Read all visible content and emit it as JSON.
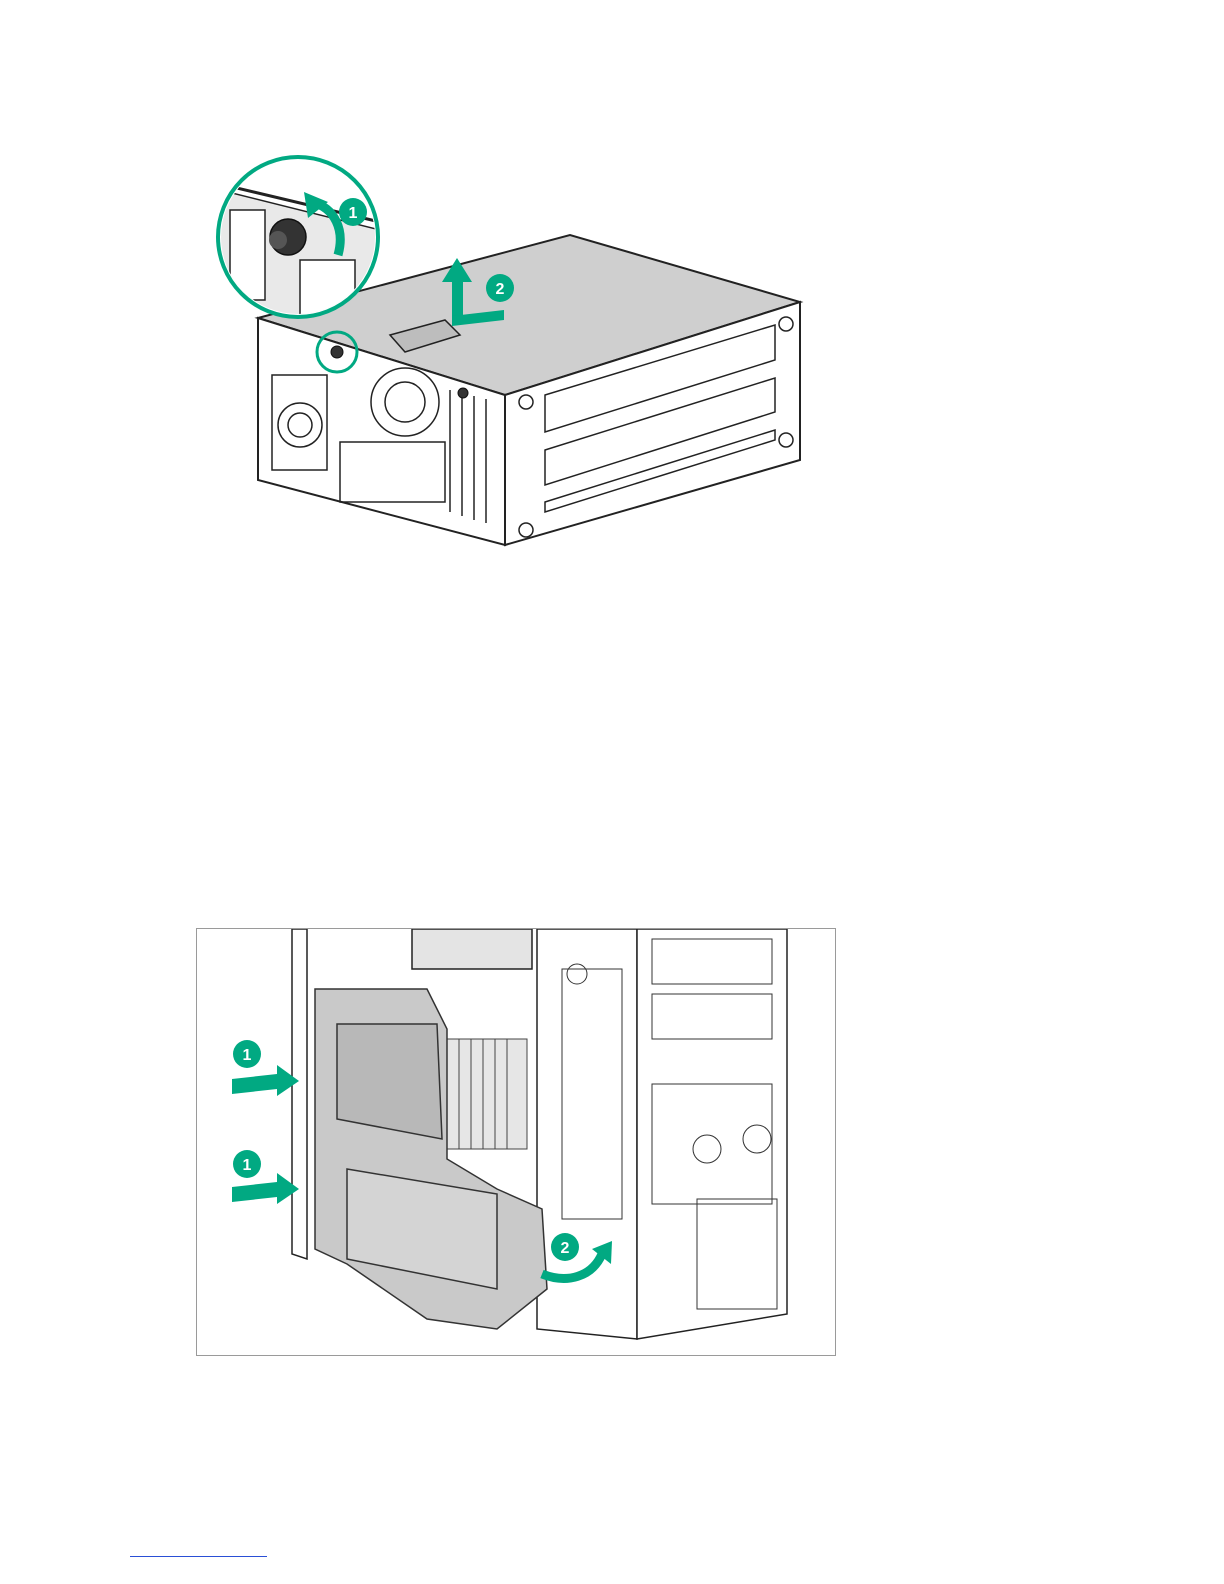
{
  "page": {
    "accent_color": "#01A982",
    "figures": [
      {
        "callouts": [
          "1",
          "2"
        ],
        "icons": [
          "rotate-arrow-icon",
          "lift-arrow-icon",
          "magnify-circle-icon"
        ]
      },
      {
        "callouts": [
          "1",
          "1",
          "2"
        ],
        "icons": [
          "push-arrow-icon",
          "push-arrow-icon",
          "swing-arrow-icon"
        ]
      }
    ],
    "footer_link": ""
  }
}
